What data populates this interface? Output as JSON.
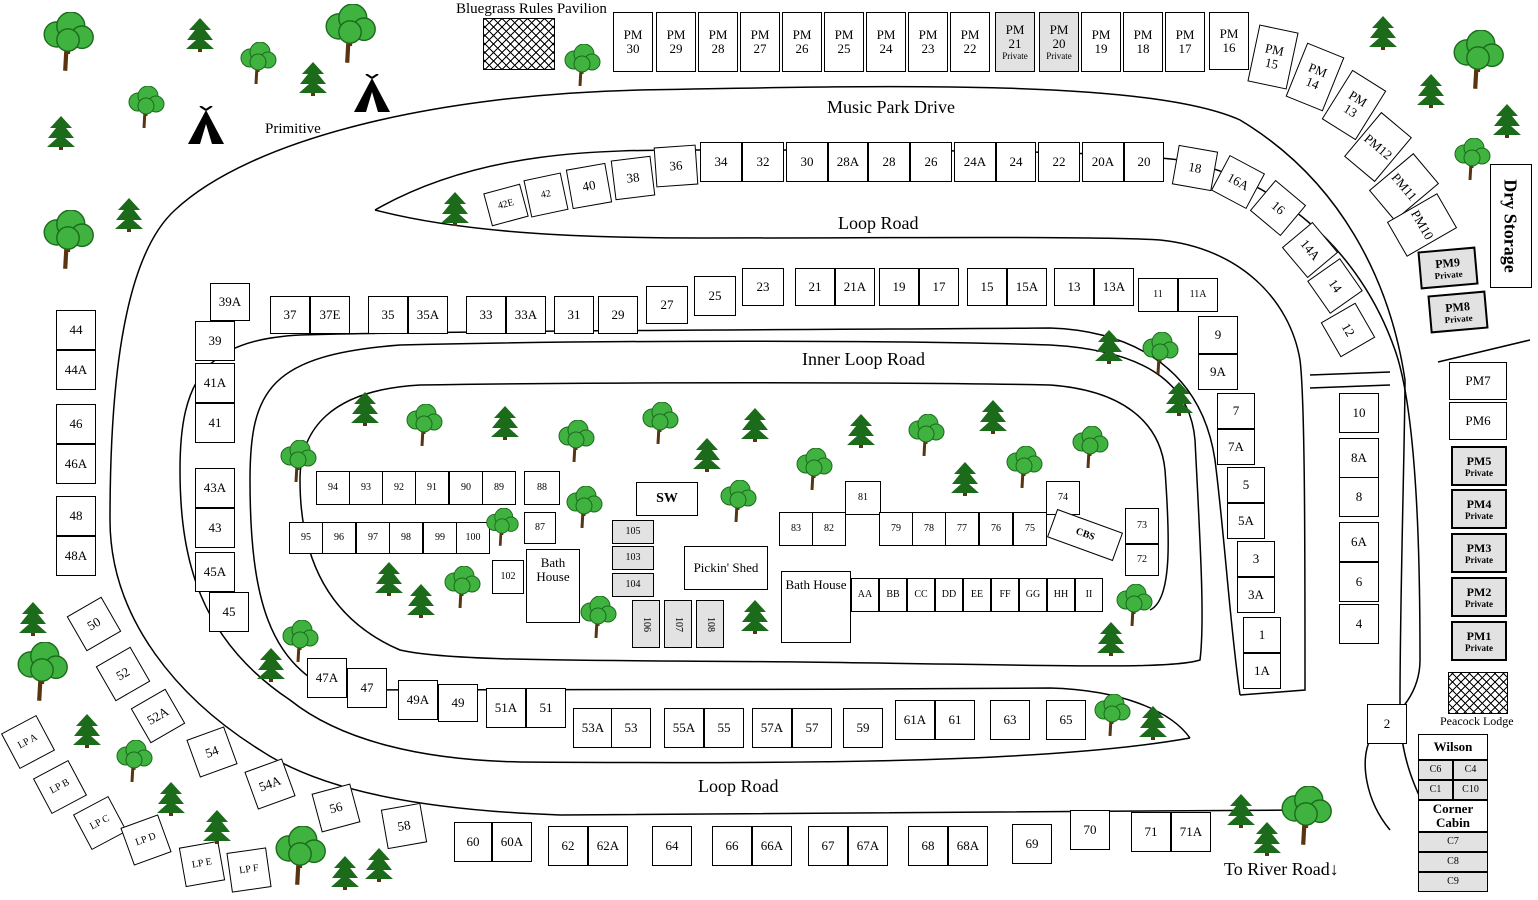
{
  "colors": {
    "tree_dark": "#1b6b1b",
    "tree_light": "#3fb23f",
    "trunk": "#5a3410",
    "private_fill": "#e2e2e2"
  },
  "labels": {
    "pavilion": "Bluegrass Rules Pavilion",
    "primitive": "Primitive",
    "music_park_drive": "Music Park Drive",
    "loop_road_top": "Loop Road",
    "inner_loop_road": "Inner Loop Road",
    "loop_road_bottom": "Loop Road",
    "dry_storage": "Dry Storage",
    "peacock_lodge": "Peacock Lodge",
    "to_river_road": "To River Road↓"
  },
  "buildings": {
    "sw": "SW",
    "pickin_shed": "Pickin' Shed",
    "bath_house": "Bath House",
    "cbs": "CBS",
    "wilson": "Wilson",
    "corner_cabin": "Corner Cabin"
  },
  "pm_top": [
    {
      "t": "PM",
      "n": "30"
    },
    {
      "t": "PM",
      "n": "29"
    },
    {
      "t": "PM",
      "n": "28"
    },
    {
      "t": "PM",
      "n": "27"
    },
    {
      "t": "PM",
      "n": "26"
    },
    {
      "t": "PM",
      "n": "25"
    },
    {
      "t": "PM",
      "n": "24"
    },
    {
      "t": "PM",
      "n": "23"
    },
    {
      "t": "PM",
      "n": "22"
    },
    {
      "t": "PM",
      "n": "21",
      "s": "Private"
    },
    {
      "t": "PM",
      "n": "20",
      "s": "Private"
    },
    {
      "t": "PM",
      "n": "19"
    },
    {
      "t": "PM",
      "n": "18"
    },
    {
      "t": "PM",
      "n": "17"
    }
  ],
  "pm_curve": [
    {
      "t": "PM",
      "n": "16"
    },
    {
      "t": "PM",
      "n": "15"
    },
    {
      "t": "PM",
      "n": "14"
    },
    {
      "t": "PM",
      "n": "13"
    },
    {
      "t": "PM12"
    },
    {
      "t": "PM11"
    },
    {
      "t": "PM10"
    }
  ],
  "pm_private_right": [
    {
      "t": "PM9",
      "s": "Private"
    },
    {
      "t": "PM8",
      "s": "Private"
    },
    {
      "t": "PM7"
    },
    {
      "t": "PM6"
    },
    {
      "t": "PM5",
      "s": "Private"
    },
    {
      "t": "PM4",
      "s": "Private"
    },
    {
      "t": "PM3",
      "s": "Private"
    },
    {
      "t": "PM2",
      "s": "Private"
    },
    {
      "t": "PM1",
      "s": "Private"
    }
  ],
  "row_outer_top": [
    "42E",
    "42",
    "40",
    "38",
    "36",
    "34",
    "32",
    "30",
    "28A",
    "28",
    "26",
    "24A",
    "24",
    "22",
    "20A",
    "20",
    "18",
    "16A",
    "16",
    "14A",
    "14",
    "12"
  ],
  "row_inner_top": [
    "39A",
    "39",
    "41A",
    "41",
    "37",
    "37E",
    "35",
    "35A",
    "33",
    "33A",
    "31",
    "29",
    "27",
    "25",
    "23",
    "21",
    "21A",
    "19",
    "17",
    "15",
    "15A",
    "13",
    "13A",
    "11",
    "11A",
    "9",
    "9A"
  ],
  "row_left_outer": [
    "44",
    "44A",
    "46",
    "46A",
    "48",
    "48A",
    "43A",
    "43",
    "45A",
    "45"
  ],
  "row_right_inner": [
    "7",
    "7A",
    "5",
    "5A",
    "3",
    "3A",
    "1",
    "1A"
  ],
  "row_right_outer": [
    "10",
    "8A",
    "8",
    "6A",
    "6",
    "4",
    "2"
  ],
  "row_inner_bottom": [
    "47A",
    "47",
    "49A",
    "49",
    "51A",
    "51",
    "53A",
    "53",
    "55A",
    "55",
    "57A",
    "57",
    "59",
    "61A",
    "61",
    "63",
    "65"
  ],
  "row_outer_bottom": [
    "60",
    "60A",
    "62",
    "62A",
    "64",
    "66",
    "66A",
    "67",
    "67A",
    "68",
    "68A",
    "69",
    "70",
    "71",
    "71A"
  ],
  "row_lower_left": [
    "50",
    "52",
    "52A",
    "54",
    "54A",
    "56",
    "58"
  ],
  "lp_sites": [
    "LP A",
    "LP B",
    "LP C",
    "LP D",
    "LP E",
    "LP F"
  ],
  "center_sites": [
    "94",
    "93",
    "92",
    "91",
    "90",
    "89",
    "88",
    "95",
    "96",
    "97",
    "98",
    "99",
    "100",
    "87",
    "102",
    "105",
    "103",
    "104",
    "106",
    "107",
    "108",
    "81",
    "83",
    "82",
    "79",
    "78",
    "77",
    "76",
    "75",
    "74",
    "73",
    "72"
  ],
  "center_letters": [
    "AA",
    "BB",
    "CC",
    "DD",
    "EE",
    "FF",
    "GG",
    "HH",
    "II"
  ],
  "cabins": [
    "C6",
    "C4",
    "C1",
    "C10",
    "C7",
    "C8",
    "C9"
  ]
}
